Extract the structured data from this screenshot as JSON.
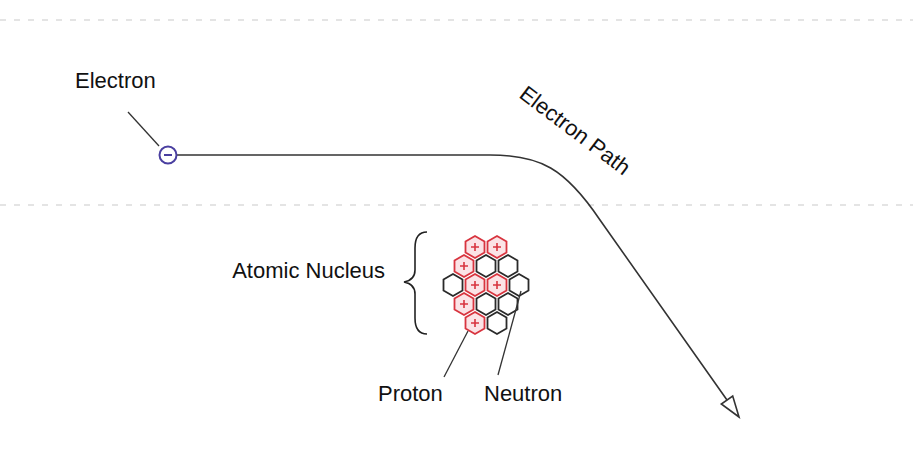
{
  "diagram": {
    "labels": [
      "Electron",
      "Electron Path",
      "Atomic Nucleus",
      "Proton",
      "Neutron"
    ]
  }
}
